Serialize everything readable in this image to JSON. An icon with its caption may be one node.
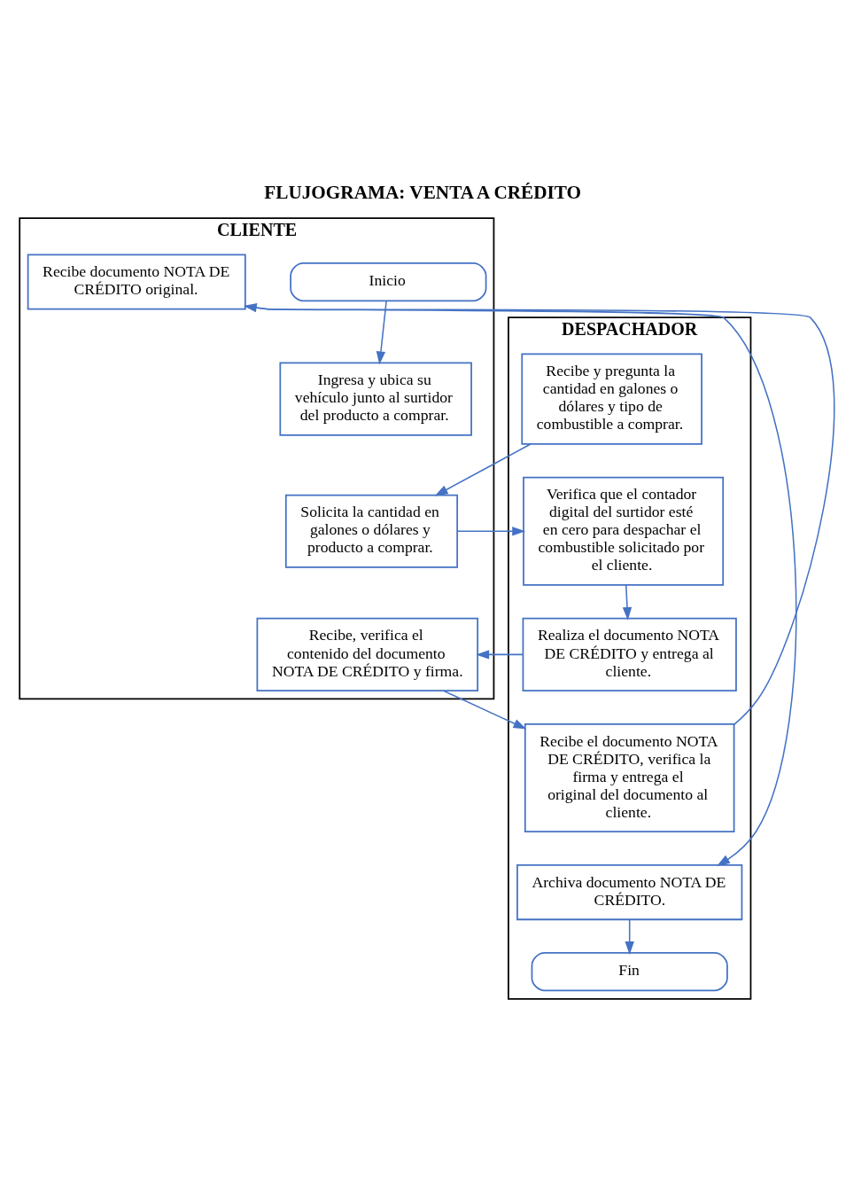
{
  "diagram": {
    "title": "FLUJOGRAMA: VENTA A CRÉDITO",
    "nodes": [
      {
        "text": [
          "CLIENTE"
        ]
      },
      {
        "text": [
          "DESPACHADOR"
        ]
      },
      {
        "text": [
          "Inicio"
        ],
        "in": 0
      },
      {
        "text": [
          "Ingresa y ubica su vehículo junto al surtidor del producto a comprar."
        ],
        "in": 0
      },
      {
        "text": [
          "Recibe y pregunta la cantidad en galones o dólares y tipo de combustible a comprar."
        ],
        "in": 1
      },
      {
        "text": [
          "Solicita la cantidad en galones o dólares y producto a comprar."
        ],
        "in": 0
      },
      {
        "text": [
          "Verifica que el contador digital del surtidor esté en cero para despachar el combustible solicitado por el cliente."
        ],
        "in": 1
      },
      {
        "text": [
          "Recibe, verifica el contenido del documento NOTA DE CRÉDITO y firma."
        ],
        "in": 0
      },
      {
        "text": [
          "Realiza el documento NOTA DE CRÉDITO y entrega al cliente."
        ],
        "in": 1
      },
      {
        "text": [
          "Recibe el documento NOTA DE CRÉDITO, verifica la firma y entrega el original del documento al cliente."
        ],
        "in": 1
      },
      {
        "text": [
          "Recibe documento NOTA DE CRÉDITO original."
        ],
        "in": 0
      },
      {
        "text": [
          "Archiva documento NOTA DE CRÉDITO."
        ],
        "in": 1
      },
      {
        "text": [
          "Fin"
        ],
        "in": 1
      }
    ],
    "edges": [
      {
        "from": 2,
        "to": 3,
        "arrow": "to"
      },
      {
        "from": 4,
        "to": 5,
        "arrow": "to"
      },
      {
        "from": 5,
        "to": 6,
        "arrow": "to"
      },
      {
        "from": 6,
        "to": 8,
        "arrow": "to"
      },
      {
        "from": 8,
        "to": 7,
        "arrow": "to"
      },
      {
        "from": 7,
        "to": 9,
        "arrow": "to"
      },
      {
        "from": 9,
        "to": 10,
        "arrow": "to"
      },
      {
        "from": 10,
        "to": 11,
        "arrow": "to"
      },
      {
        "from": 11,
        "to": 12,
        "arrow": "to"
      }
    ]
  }
}
